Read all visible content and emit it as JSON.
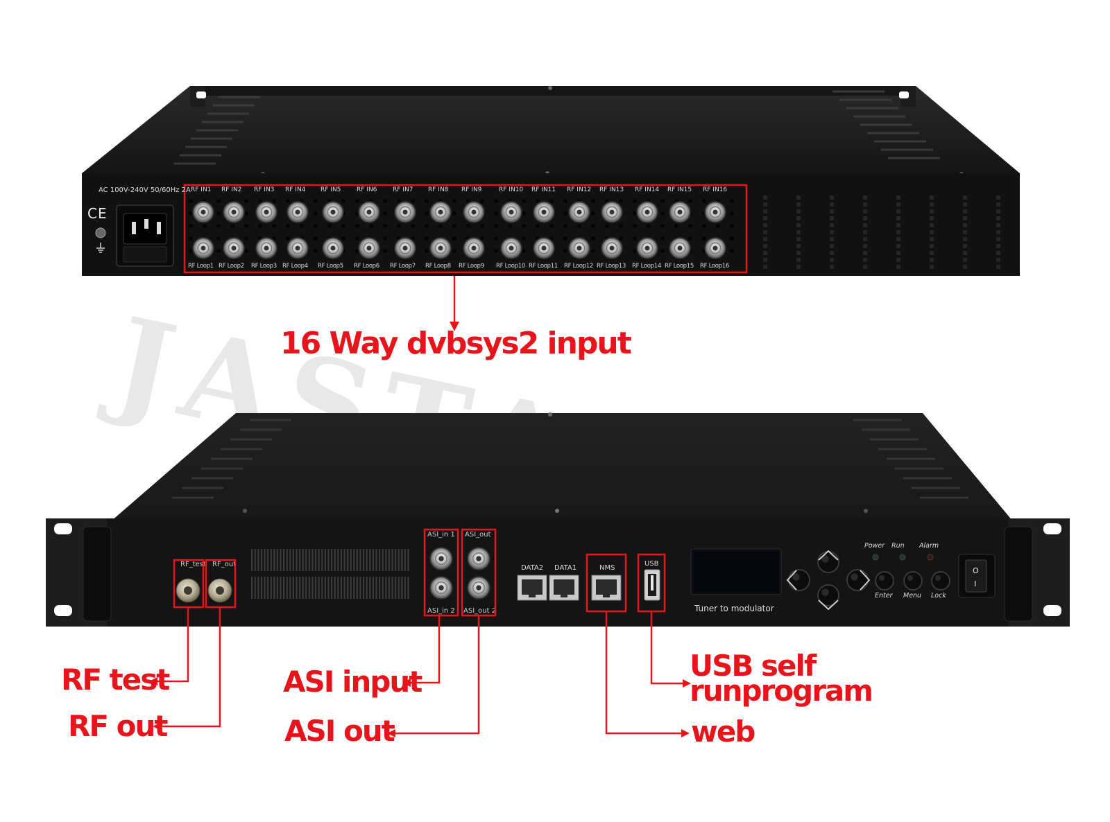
{
  "watermark": "JASTARBO",
  "rear_panel": {
    "power_label": "AC 100V-240V 50/60Hz 2A",
    "ce_mark": "CE",
    "icons": [
      "ce-mark-icon",
      "ground-icon",
      "power-socket-icon"
    ],
    "rf_in_labels": [
      "RF IN1",
      "RF IN2",
      "RF IN3",
      "RF IN4",
      "RF IN5",
      "RF IN6",
      "RF IN7",
      "RF IN8",
      "RF IN9",
      "RF IN10",
      "RF IN11",
      "RF IN12",
      "RF IN13",
      "RF IN14",
      "RF IN15",
      "RF IN16"
    ],
    "rf_loop_labels": [
      "RF Loop1",
      "RF Loop2",
      "RF Loop3",
      "RF Loop4",
      "RF Loop5",
      "RF Loop6",
      "RF Loop7",
      "RF Loop8",
      "RF Loop9",
      "RF Loop10",
      "RF Loop11",
      "RF Loop12",
      "RF Loop13",
      "RF Loop14",
      "RF Loop15",
      "RF Loop16"
    ]
  },
  "front_panel": {
    "rf_test_port": "RF_test",
    "rf_out_port": "RF_out",
    "asi_in_1": "ASI_in 1",
    "asi_in_2": "ASI_in 2",
    "asi_out_1": "ASI_out",
    "asi_out_2": "ASI_out 2",
    "data2": "DATA2",
    "data1": "DATA1",
    "nms": "NMS",
    "usb": "USB",
    "lcd_caption": "Tuner to modulator",
    "leds": [
      "Power",
      "Run",
      "Alarm"
    ],
    "buttons": [
      "Enter",
      "Menu",
      "Lock"
    ]
  },
  "annotations": {
    "rf_inputs": "16 Way dvbsys2 input",
    "rf_test": "RF test",
    "rf_out": "RF out",
    "asi_input": "ASI input",
    "asi_out": "ASI out",
    "usb_line1": "USB self",
    "usb_line2": "runprogram",
    "web": "web"
  },
  "colors": {
    "annotation": "#e8141c",
    "chassis": "#1a1a1a",
    "panel": "#111111"
  }
}
